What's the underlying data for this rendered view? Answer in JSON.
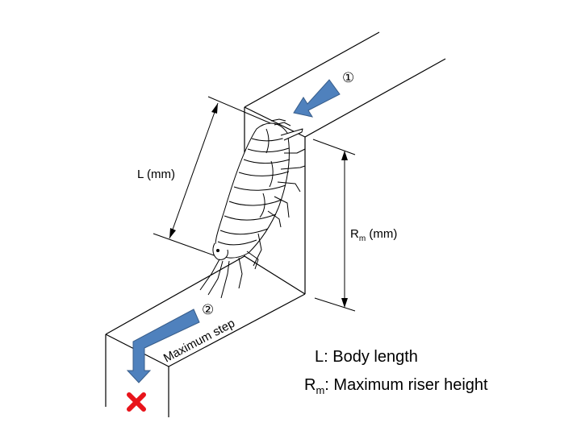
{
  "labels": {
    "length_dim": "L (mm)",
    "riser_dim_main": "R",
    "riser_dim_sub": "m",
    "riser_dim_unit": " (mm)",
    "step_label": "Maximum step",
    "marker_1": "①",
    "marker_2": "②"
  },
  "legend": {
    "body_length": "L: Body length",
    "riser_symbol": "R",
    "riser_sub": "m",
    "riser_text": ": Maximum riser height"
  },
  "colors": {
    "arrow_fill": "#4f81bd",
    "arrow_stroke": "#385d8a",
    "cross": "#e8141b",
    "line": "#000000"
  },
  "icons": {
    "forbidden": "red-x-cross-icon",
    "animal": "isopod-illustration"
  }
}
